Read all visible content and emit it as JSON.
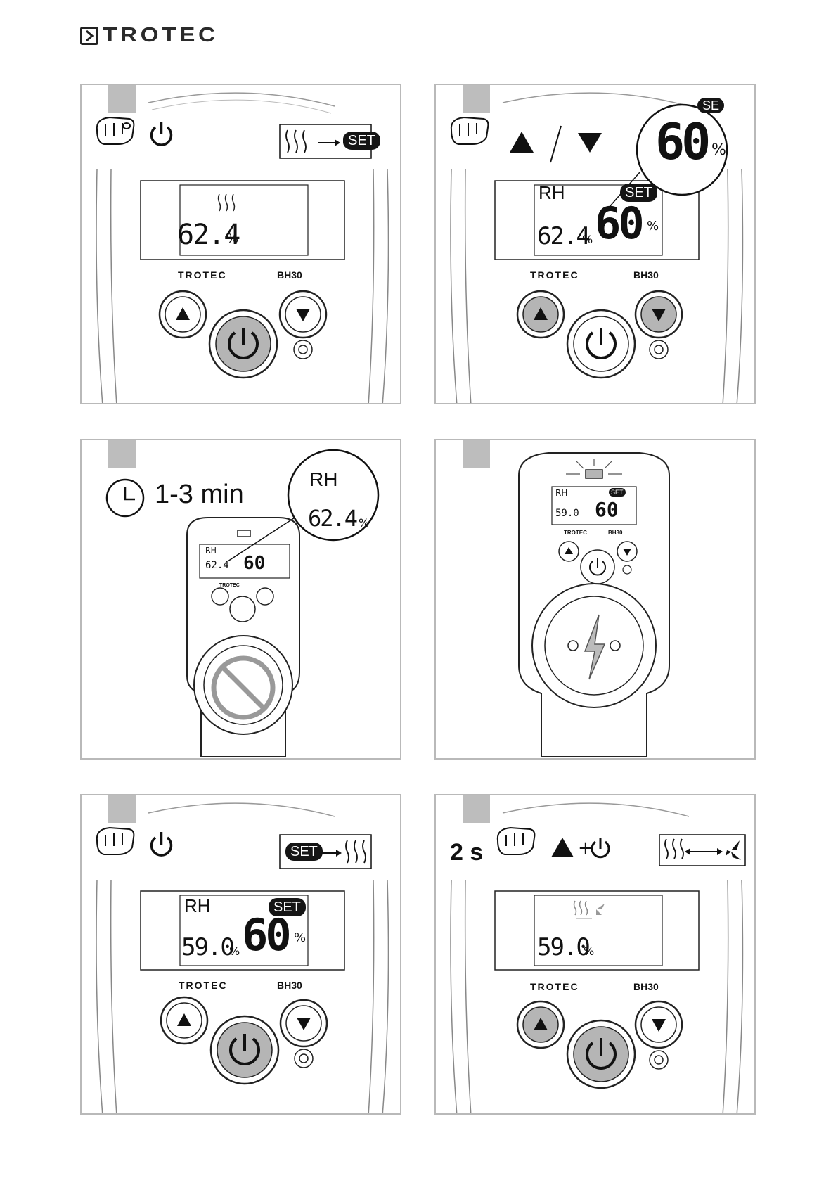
{
  "brand": {
    "logo_text": "TROTEC"
  },
  "device": {
    "brand": "TROTEC",
    "model": "BH30"
  },
  "labels": {
    "set": "SET",
    "rh": "RH",
    "percent": "%",
    "plus": "+"
  },
  "panels": [
    {
      "id": 1,
      "display_value": "62.4",
      "setpoint": ""
    },
    {
      "id": 2,
      "display_value": "62.4",
      "setpoint": "60",
      "zoom_value": "60",
      "zoom_partial": "SE"
    },
    {
      "id": 3,
      "timer": "1-3 min",
      "zoom_rh": "RH",
      "zoom_value": "62.4",
      "small_value": "62.4",
      "small_setpoint": "60"
    },
    {
      "id": 4,
      "small_value": "59.0",
      "small_setpoint": "60"
    },
    {
      "id": 5,
      "display_value": "59.0",
      "setpoint": "60"
    },
    {
      "id": 6,
      "hold_time": "2 s",
      "display_value": "59.0"
    }
  ],
  "icons": [
    "hand-press-icon",
    "power-icon",
    "arrow-up-icon",
    "arrow-down-icon",
    "heat-waves-icon",
    "fan-icon",
    "clock-icon",
    "socket-icon",
    "no-power-icon",
    "lightning-icon"
  ],
  "colors": {
    "button_pressed": "#b5b5b5",
    "step_box": "#bdbdbd",
    "frame": "#b9b9b9",
    "ink": "#151515"
  }
}
